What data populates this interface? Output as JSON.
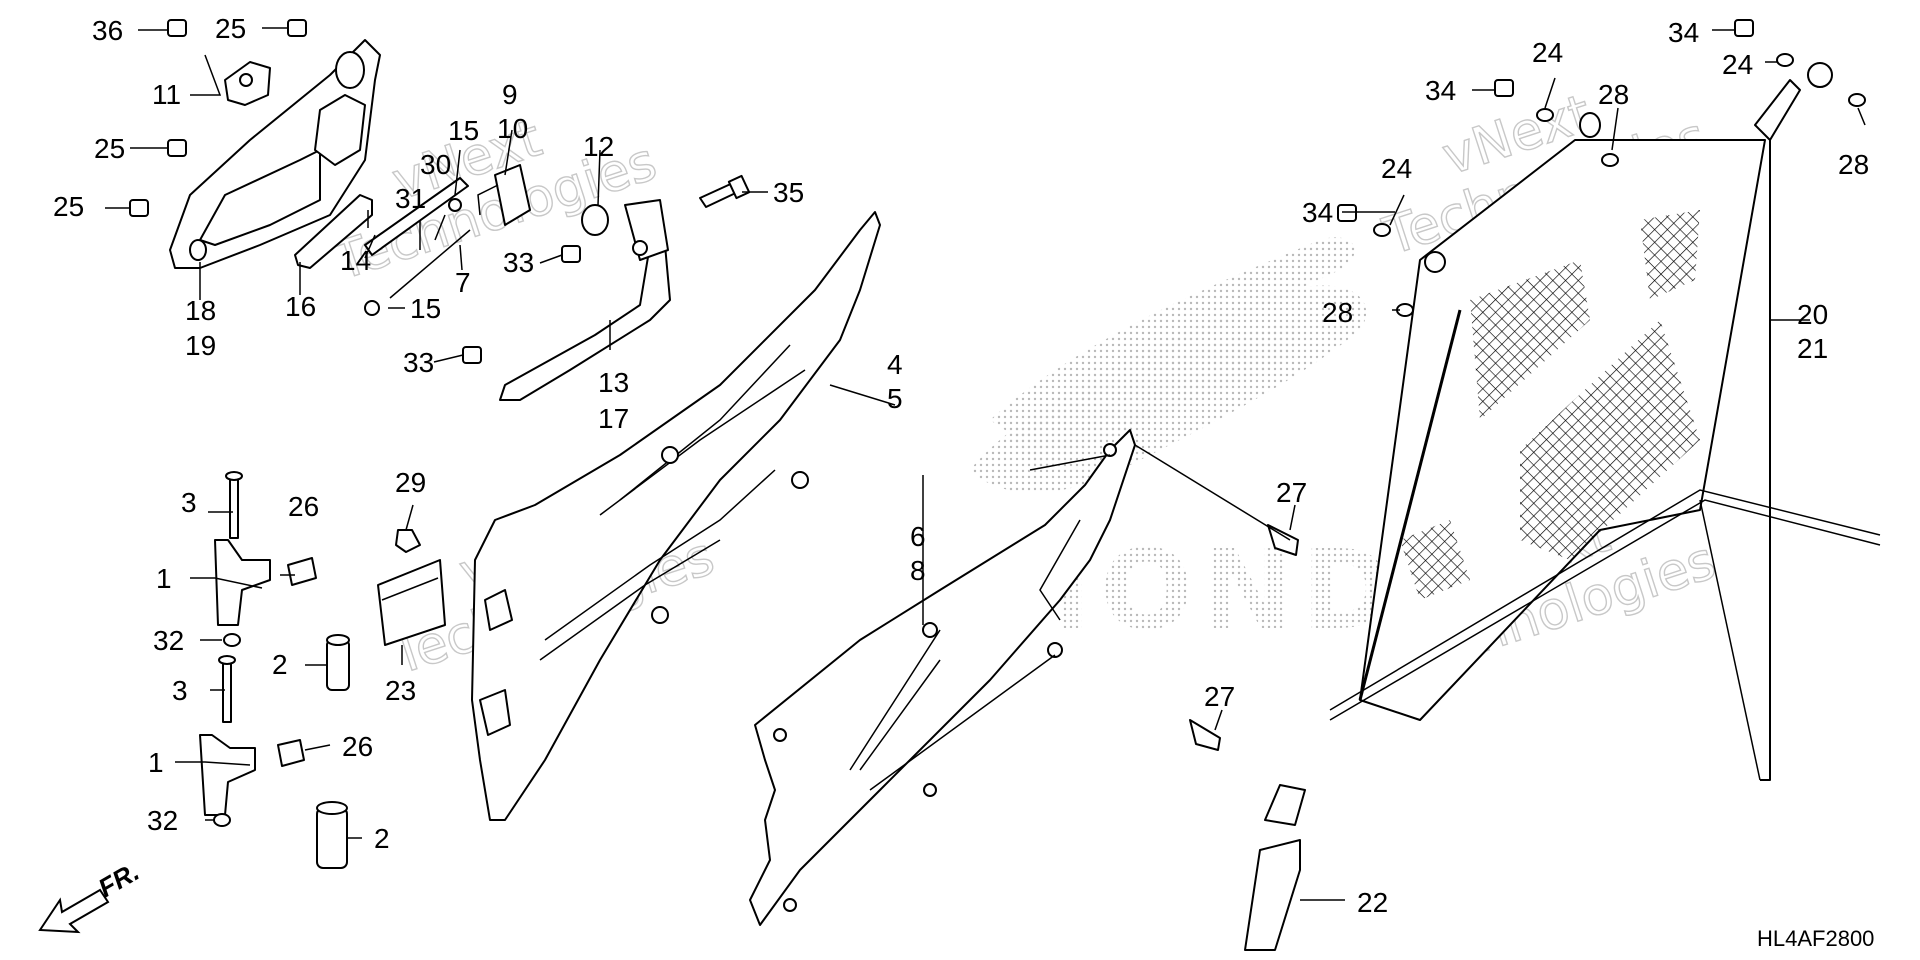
{
  "diagram": {
    "diagram_code": "HL4AF2800",
    "front_marker": "FR.",
    "watermarks": [
      {
        "line1": "vNext",
        "line2": "Technologies"
      },
      {
        "line1": "vNext",
        "line2": "Technologies"
      },
      {
        "line1": "vNext",
        "line2": "Technologies"
      },
      {
        "line1": "vNext",
        "line2": "Technologies"
      }
    ],
    "brand_mark": "HONDA",
    "callouts": [
      "36",
      "25",
      "11",
      "25",
      "25",
      "18",
      "19",
      "16",
      "14",
      "30",
      "31",
      "15",
      "9",
      "10",
      "7",
      "15",
      "12",
      "33",
      "13",
      "17",
      "35",
      "33",
      "3",
      "26",
      "1",
      "32",
      "3",
      "26",
      "1",
      "32",
      "2",
      "2",
      "29",
      "23",
      "4",
      "5",
      "6",
      "8",
      "27",
      "27",
      "34",
      "24",
      "28",
      "34",
      "24",
      "24",
      "28",
      "34",
      "24",
      "28",
      "20",
      "21",
      "22"
    ]
  },
  "colors": {
    "line": "#000000",
    "background": "#ffffff",
    "watermark": "#c8c8c8",
    "brand_dots": "#b9b9b9"
  }
}
